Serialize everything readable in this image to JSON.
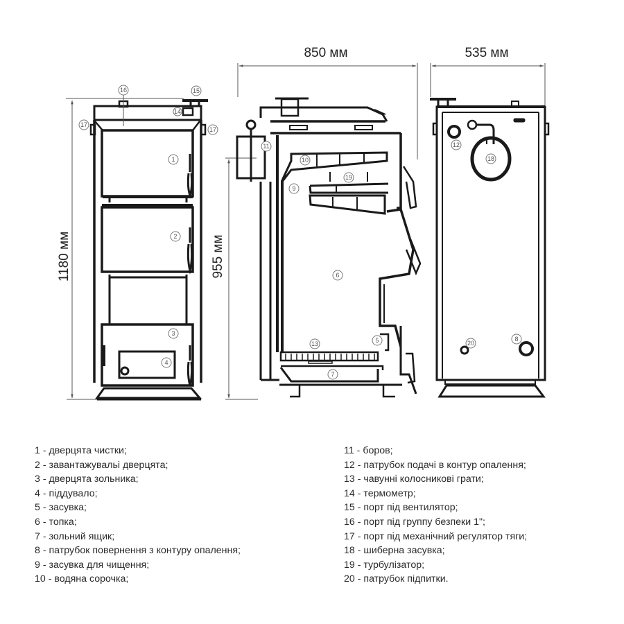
{
  "dimensions": {
    "width_side": "850 мм",
    "width_back": "535 мм",
    "height_total": "1180 мм",
    "height_inner": "955 мм"
  },
  "callouts": {
    "c1": "1",
    "c2": "2",
    "c3": "3",
    "c4": "4",
    "c5": "5",
    "c6": "6",
    "c7": "7",
    "c8": "8",
    "c9": "9",
    "c10": "10",
    "c11": "11",
    "c12": "12",
    "c13": "13",
    "c14": "14",
    "c15": "15",
    "c16": "16",
    "c17": "17",
    "c18": "18",
    "c19": "19",
    "c20": "20"
  },
  "legend": {
    "left": [
      "1 - дверцята чистки;",
      "2 - завантажувальі дверцята;",
      "3 - дверцята зольника;",
      "4 - піддувало;",
      "5 - засувка;",
      "6 - топка;",
      "7 - зольний ящик;",
      "8 - патрубок повернення з контуру опалення;",
      "9 - засувка для чищення;",
      "10 - водяна сорочка;"
    ],
    "right": [
      "11 - боров;",
      "12 - патрубок подачі в контур опалення;",
      "13 - чавунні колосникові грати;",
      "14 - термометр;",
      "15 - порт під вентилятор;",
      "16 - порт під группу безпеки 1\";",
      "17 - порт під механічний регулятор тяги;",
      "18 - шиберна засувка;",
      "19 - турбулізатор;",
      "20 - патрубок підпитки."
    ]
  },
  "colors": {
    "line": "#1a1a1a",
    "dimension_line": "#555555",
    "callout": "#777777",
    "background": "#ffffff"
  }
}
